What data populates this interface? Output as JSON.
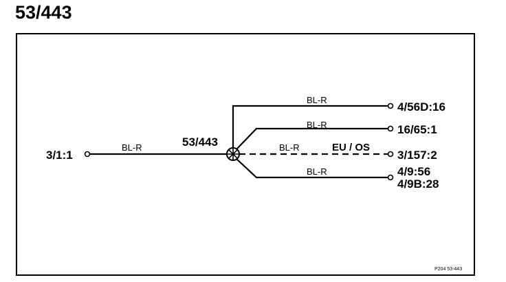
{
  "title": "53/443",
  "splice": {
    "label": "53/443"
  },
  "input": {
    "terminal": "3/1:1",
    "wire_color": "BL-R"
  },
  "outputs": [
    {
      "wire_color": "BL-R",
      "terminal": "4/56D:16",
      "dashed": false
    },
    {
      "wire_color": "BL-R",
      "terminal": "16/65:1",
      "dashed": false
    },
    {
      "wire_color": "BL-R",
      "terminal": "3/157:2",
      "dashed": true,
      "condition": "EU / OS"
    },
    {
      "wire_color": "BL-R",
      "terminal": "4/9:56",
      "terminal_2": "4/9B:28",
      "dashed": false
    }
  ],
  "reference": "P204 53-443"
}
